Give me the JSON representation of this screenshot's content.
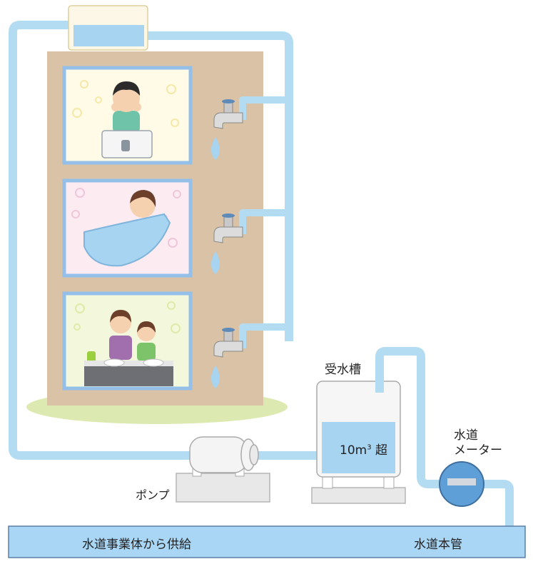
{
  "labels": {
    "receiving_tank": "受水槽",
    "tank_capacity": "10m",
    "tank_capacity_sup": "3",
    "tank_capacity_suffix": " 超",
    "water_meter_line1": "水道",
    "water_meter_line2": "メーター",
    "pump": "ポンプ",
    "supply_source": "水道事業体から供給",
    "water_main": "水道本管"
  },
  "colors": {
    "pipe": "#b3dcf3",
    "water": "#a7d4f1",
    "building": "#d9c2a6",
    "panel_border": "#93bfe9",
    "ground": "#dce9b0",
    "main_pipe": "#a9d6f5",
    "meter": "#5f9fd8"
  }
}
